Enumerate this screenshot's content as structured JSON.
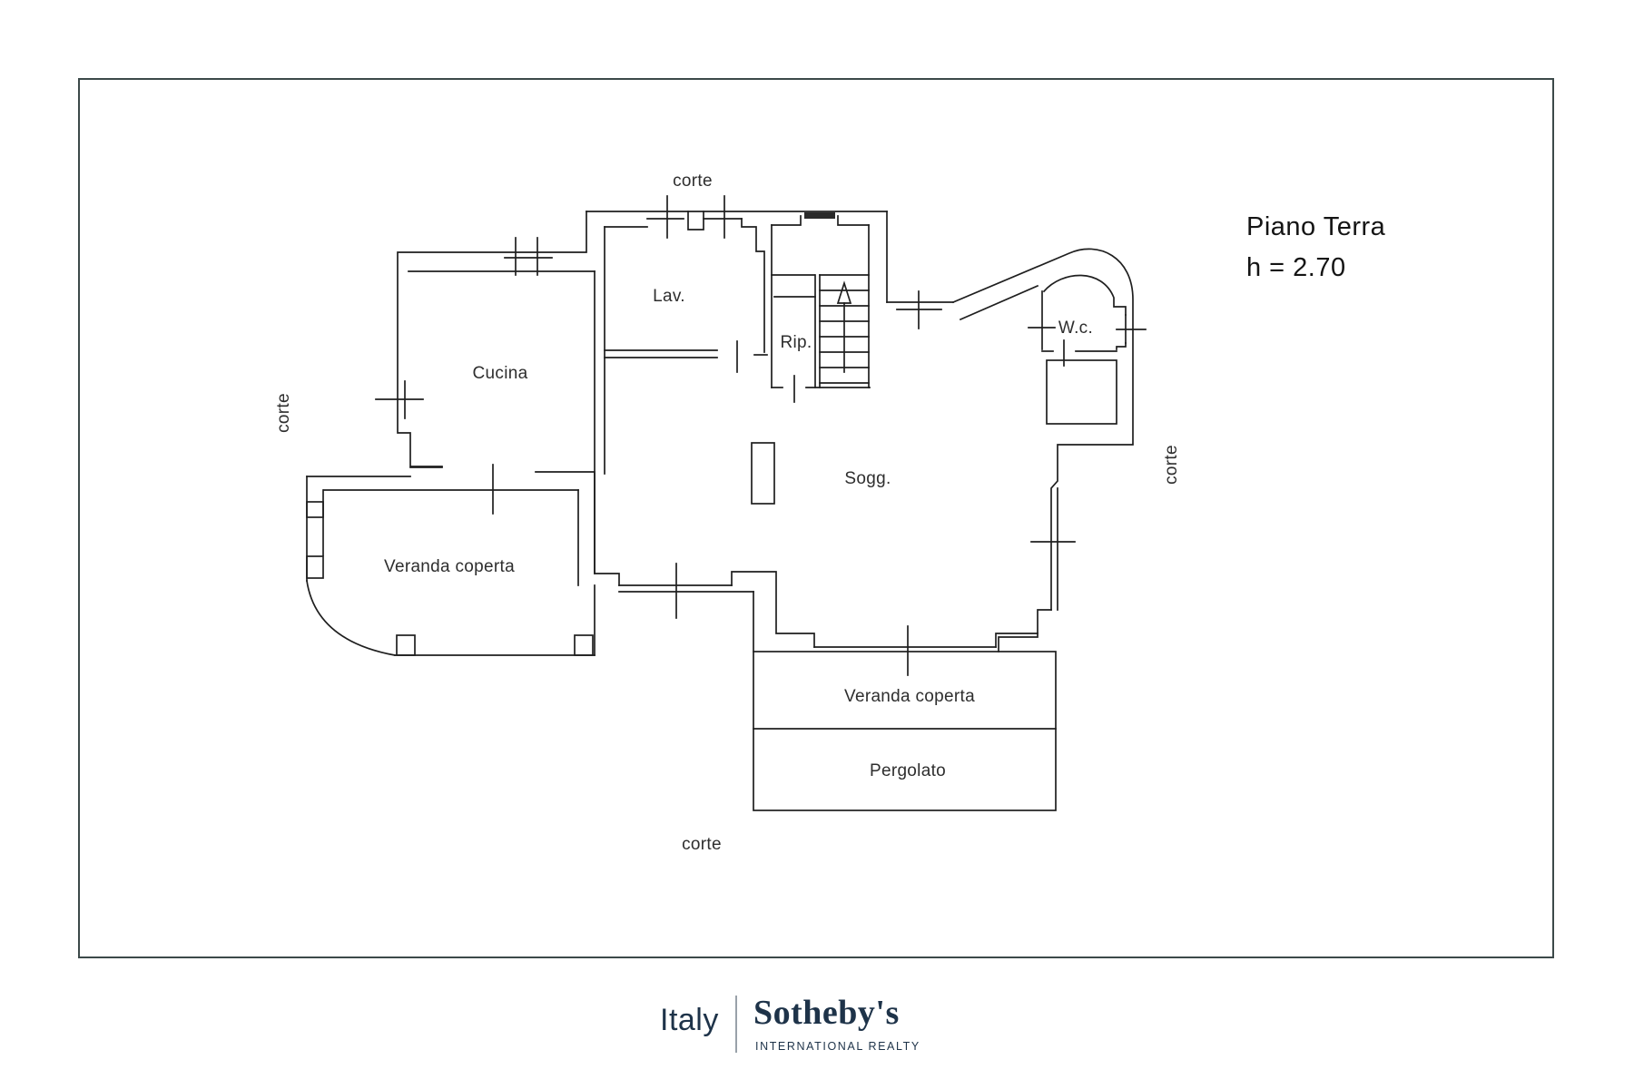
{
  "title": {
    "line1": "Piano Terra",
    "line2": "h = 2.70"
  },
  "rooms": [
    {
      "id": "cucina",
      "label": "Cucina"
    },
    {
      "id": "lav",
      "label": "Lav."
    },
    {
      "id": "rip",
      "label": "Rip."
    },
    {
      "id": "sogg",
      "label": "Sogg."
    },
    {
      "id": "wc",
      "label": "W.c."
    },
    {
      "id": "veranda-left",
      "label": "Veranda coperta"
    },
    {
      "id": "veranda-bottom",
      "label": "Veranda coperta"
    },
    {
      "id": "pergolato",
      "label": "Pergolato"
    }
  ],
  "court_labels": [
    {
      "id": "corte-top",
      "label": "corte"
    },
    {
      "id": "corte-left",
      "label": "corte"
    },
    {
      "id": "corte-right",
      "label": "corte"
    },
    {
      "id": "corte-bottom",
      "label": "corte"
    }
  ],
  "branding": {
    "country": "Italy",
    "brand": "Sotheby's",
    "tagline": "INTERNATIONAL REALTY",
    "brand_color": "#1e3349",
    "divider_color": "#99a1a9"
  },
  "colors": {
    "wall": "#1f1f1f",
    "frame": "#3c4949",
    "background": "#ffffff",
    "label": "#2e2e2e"
  }
}
